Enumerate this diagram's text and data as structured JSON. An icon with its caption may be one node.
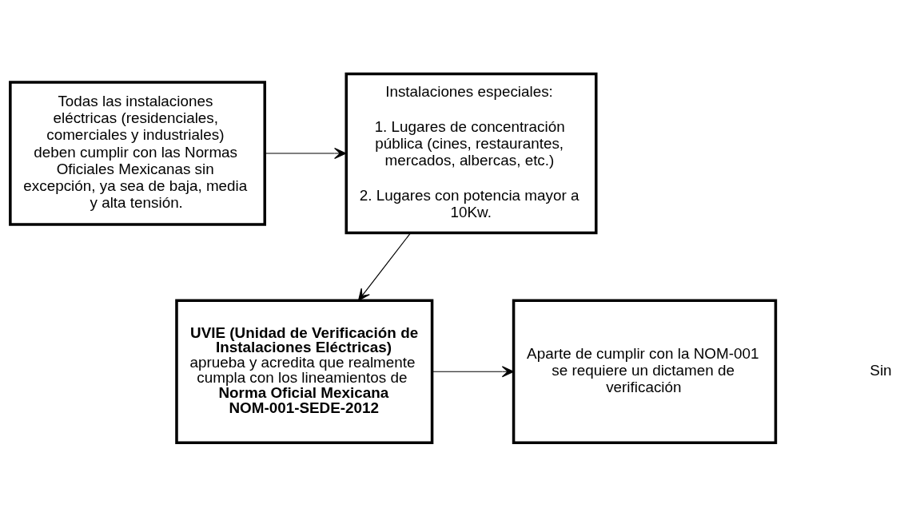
{
  "diagram": {
    "nodes": [
      {
        "text": [
          "Todas las instalaciones eléctricas (residenciales, comerciales y industriales) deben cumplir con las Normas Oficiales Mexicanas sin excepción, ya sea de baja, media y alta tensión."
        ]
      },
      {
        "text": [
          "Instalaciones especiales:",
          "1. Lugares de concentración pública (cines, restaurantes, mercados, albercas, etc.)",
          "2. Lugares con potencia mayor a 10Kw."
        ]
      },
      {
        "text": [
          "**UVIE (Unidad de Verificación de Instalaciones Eléctricas)** aprueba y acredita que realmente cumpla con los lineamientos de **Norma Oficial Mexicana NOM-001-SEDE-2012**"
        ]
      },
      {
        "text": [
          "Aparte de cumplir con la NOM-001 se requiere un dictamen de verificación"
        ]
      }
    ],
    "edges": [
      {
        "from": 0,
        "to": 1,
        "arrow": "to"
      },
      {
        "from": 1,
        "to": 2,
        "arrow": "to"
      },
      {
        "from": 2,
        "to": 3,
        "arrow": "to"
      }
    ],
    "labels": [
      "Sin"
    ]
  }
}
